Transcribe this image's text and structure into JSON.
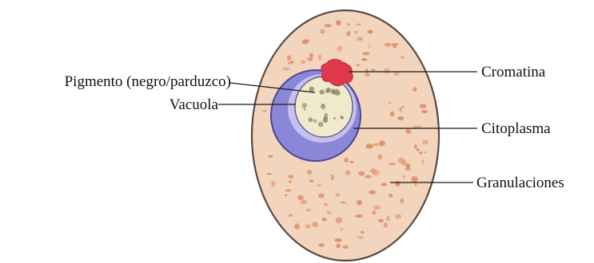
{
  "labels": {
    "pigmento": "Pigmento (negro/parduzco)",
    "vacuola": "Vacuola",
    "cromatina": "Cromatina",
    "citoplasma": "Citoplasma",
    "granulaciones": "Granulaciones"
  },
  "colors": {
    "cell_fill": "#f3d4bd",
    "cell_outline": "#5a4a44",
    "granule": "#d9875f",
    "cytoplasm_ring": "#8a86d8",
    "cytoplasm_ring_dark": "#4a4690",
    "chromatin": "#e03a4a",
    "vacuole_fill": "#f1e9cc",
    "pigment": "#8b8a6a"
  }
}
